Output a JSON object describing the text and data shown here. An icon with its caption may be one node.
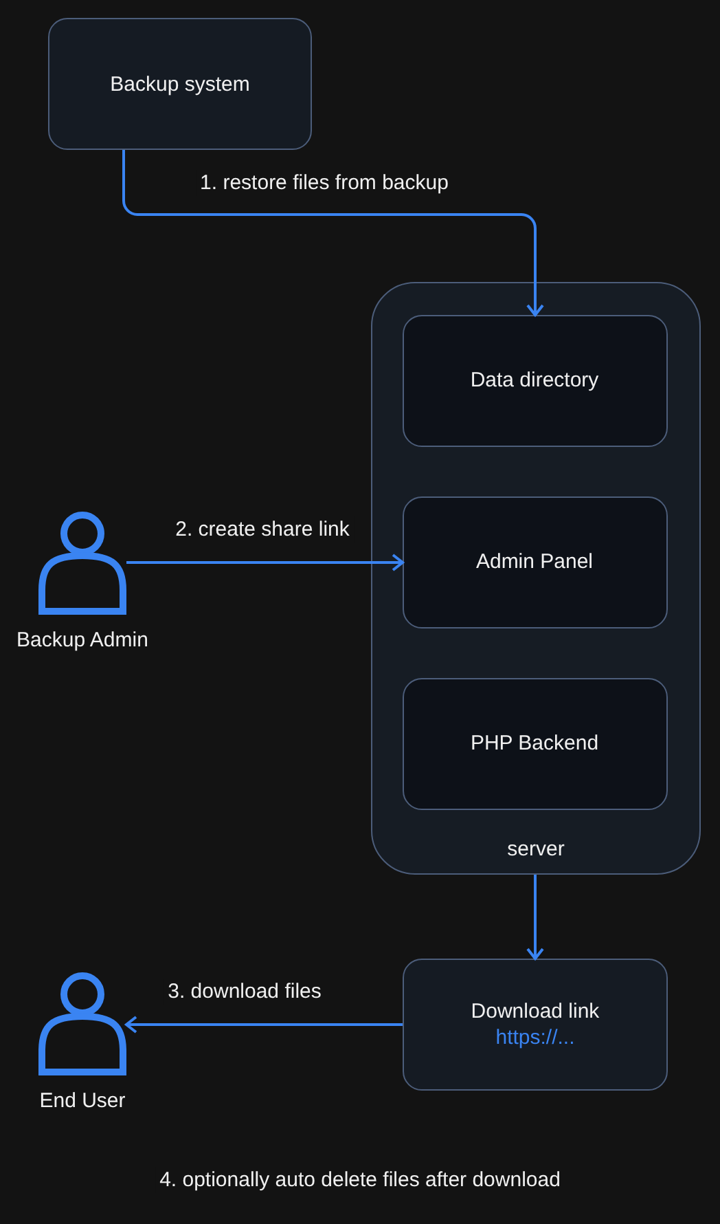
{
  "diagram": {
    "nodes": [
      {
        "text": [
          "Backup system"
        ]
      },
      {
        "text": [
          "server"
        ]
      },
      {
        "text": [
          "Data directory"
        ],
        "in": 1
      },
      {
        "text": [
          "Admin Panel"
        ],
        "in": 1
      },
      {
        "text": [
          "PHP Backend"
        ],
        "in": 1
      },
      {
        "text": [
          "Backup Admin"
        ]
      },
      {
        "text": [
          "Download link",
          "https://..."
        ]
      },
      {
        "text": [
          "End User"
        ]
      }
    ],
    "edges": [
      {
        "from": 0,
        "to": 2,
        "arrow": "to",
        "label": "1. restore files from backup"
      },
      {
        "from": 5,
        "to": 3,
        "arrow": "to",
        "label": "2. create share link"
      },
      {
        "from": 1,
        "to": 6,
        "arrow": "to"
      },
      {
        "from": 6,
        "to": 7,
        "arrow": "to",
        "label": "3. download files"
      }
    ],
    "labels": [
      "4. optionally auto delete files after download"
    ]
  }
}
